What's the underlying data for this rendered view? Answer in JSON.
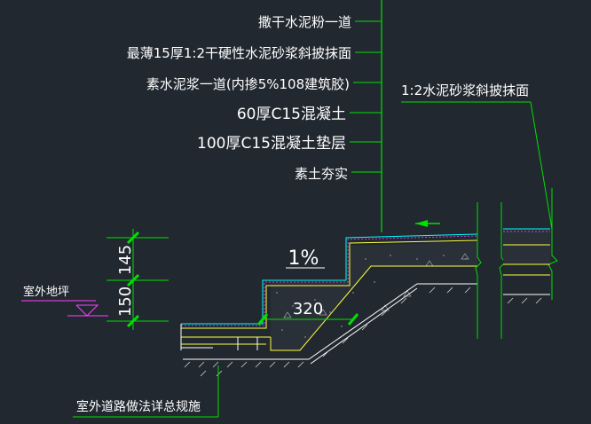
{
  "layers": [
    "撒干水泥粉一道",
    "最薄15厚1:2干硬性水泥砂浆斜披抹面",
    "素水泥浆一道(内掺5%108建筑胶)",
    "60厚C15混凝土",
    "100厚C15混凝土垫层",
    "素土夯实"
  ],
  "right_note": "1:2水泥砂浆斜披抹面",
  "slope": "1%",
  "width_dim": "320",
  "dim_upper": "145",
  "dim_lower": "150",
  "outdoor_label": "室外地坪",
  "road_note": "室外道路做法详总规施",
  "colors": {
    "background": "#212830",
    "leader": "#00e000",
    "dim_tick": "#00e000",
    "surface": "#ffff40",
    "finish": "#00ffff",
    "magenta": "#ff40ff",
    "text": "#ffffff"
  }
}
